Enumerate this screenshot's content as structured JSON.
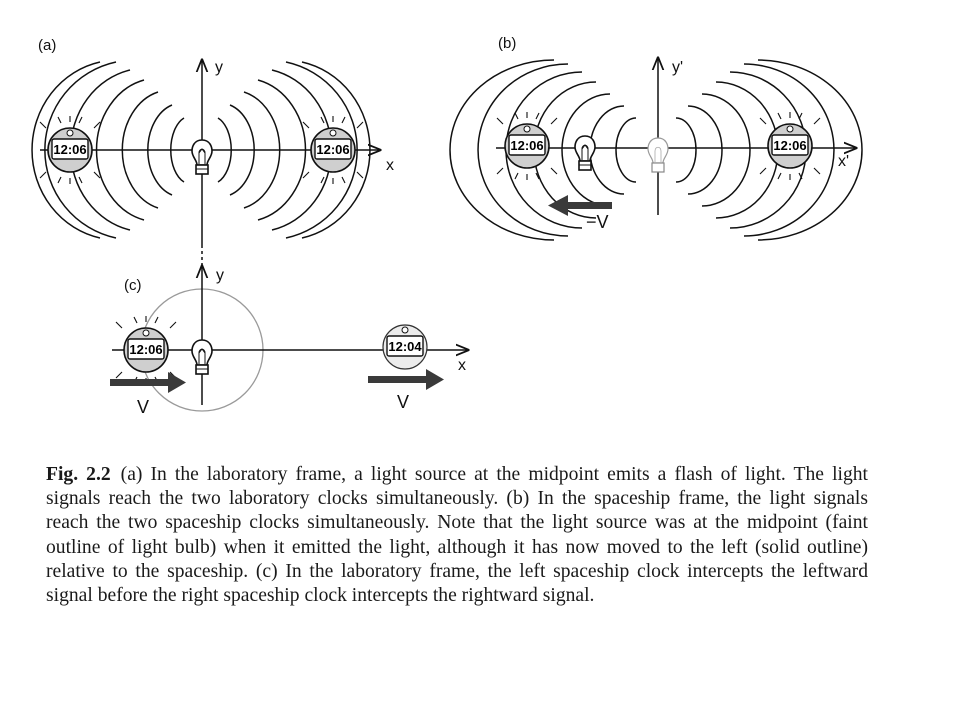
{
  "panels": {
    "a": {
      "label": "(a)",
      "y_axis": "y",
      "x_axis": "x",
      "clock_left": "12:06",
      "clock_right": "12:06"
    },
    "b": {
      "label": "(b)",
      "y_axis": "y'",
      "x_axis": "x'",
      "clock_left": "12:06",
      "clock_right": "12:06",
      "velocity": "−V"
    },
    "c": {
      "label": "(c)",
      "y_axis": "y",
      "x_axis": "x",
      "clock_left": "12:06",
      "clock_right": "12:04",
      "velocity_left": "V",
      "velocity_right": "V"
    }
  },
  "caption": {
    "label": "Fig. 2.2",
    "text": "(a) In the laboratory frame, a light source at the midpoint emits a flash of light. The light signals reach the two laboratory clocks simultaneously. (b) In the spaceship frame, the light signals reach the two spaceship clocks simultaneously. Note that the light source was at the midpoint (faint outline of light bulb) when it emitted the light, although it has now moved to the left (solid outline) relative to the spaceship. (c) In the laboratory frame, the left spaceship clock intercepts the leftward signal before the right spaceship clock intercepts the rightward signal."
  }
}
